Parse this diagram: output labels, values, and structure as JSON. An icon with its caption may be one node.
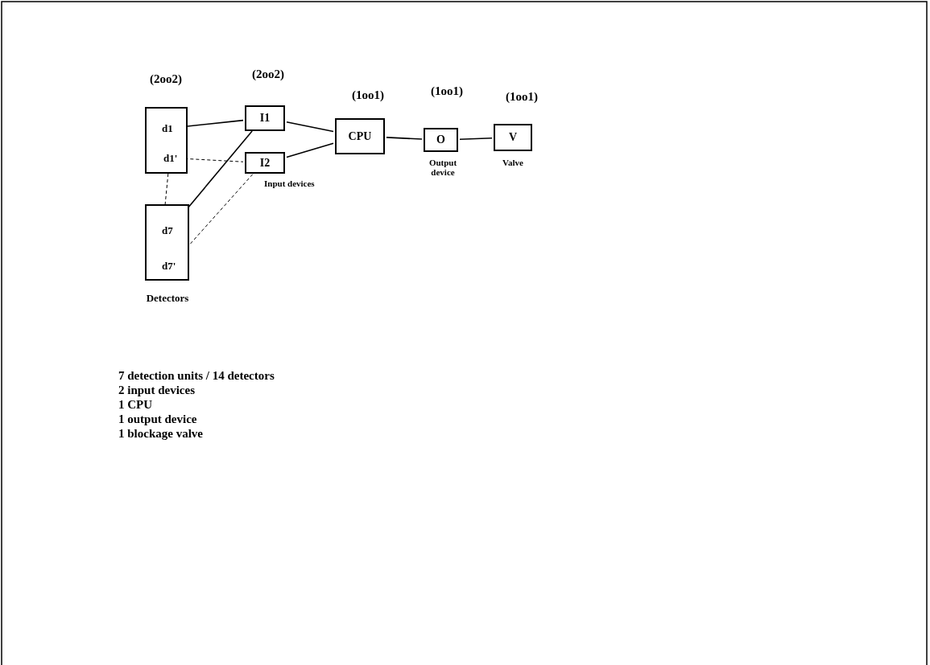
{
  "diagram": {
    "nodes": [
      {
        "text": [],
        "shape": "box",
        "beside": [
          "(2oo2)"
        ]
      },
      {
        "text": [
          "d1"
        ],
        "in": 0
      },
      {
        "text": [
          "d1'"
        ],
        "in": 0
      },
      {
        "text": [],
        "shape": "box",
        "beside": [
          "Detectors"
        ]
      },
      {
        "text": [
          "d7"
        ],
        "in": 3
      },
      {
        "text": [
          "d7'"
        ],
        "in": 3
      },
      {
        "text": [
          "I1"
        ],
        "beside": [
          "(2oo2)"
        ]
      },
      {
        "text": [
          "I2"
        ],
        "beside": [
          "Input devices"
        ]
      },
      {
        "text": [
          "CPU"
        ],
        "beside": [
          "(1oo1)"
        ]
      },
      {
        "text": [
          "O"
        ],
        "beside": [
          "(1oo1)",
          "Output device"
        ]
      },
      {
        "text": [
          "V"
        ],
        "beside": [
          "(1oo1)",
          "Valve"
        ]
      }
    ],
    "edges": [
      {
        "from": 0,
        "to": 3,
        "arrow": "none",
        "style": "dashed"
      },
      {
        "from": 1,
        "to": 6,
        "arrow": "none"
      },
      {
        "from": 2,
        "to": 7,
        "arrow": "none",
        "style": "dashed"
      },
      {
        "from": 4,
        "to": 6,
        "arrow": "none"
      },
      {
        "from": 5,
        "to": 7,
        "arrow": "none",
        "style": "dashed"
      },
      {
        "from": 6,
        "to": 8,
        "arrow": "none"
      },
      {
        "from": 7,
        "to": 8,
        "arrow": "none"
      },
      {
        "from": 8,
        "to": 9,
        "arrow": "none"
      },
      {
        "from": 9,
        "to": 10,
        "arrow": "none"
      }
    ],
    "labels": [
      "7 detection units / 14 detectors",
      "2 input devices",
      "1 CPU",
      "1 output device",
      "1 blockage valve"
    ]
  }
}
